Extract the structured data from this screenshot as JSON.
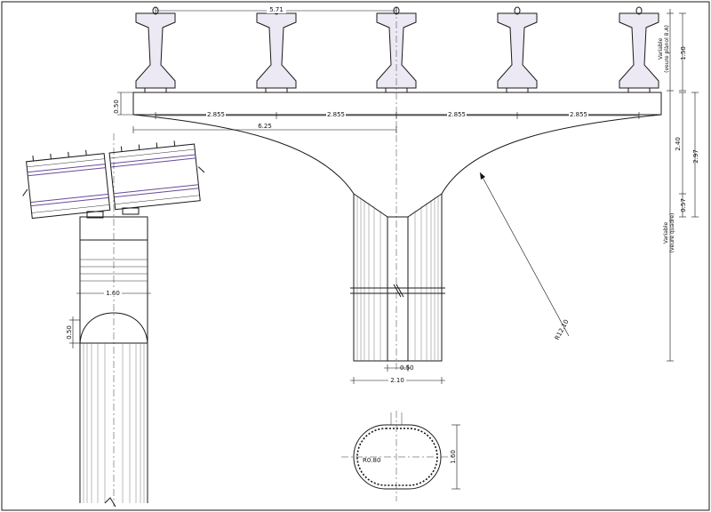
{
  "top_dims": {
    "beam_spacing_total": "5.71",
    "deck_thickness": "0.50",
    "span_1": "2.855",
    "span_2": "2.855",
    "span_3": "2.855",
    "span_4": "2.855",
    "half_width": "6.25",
    "radius": "R12.10"
  },
  "right_dims": {
    "variable_top_line1": "Variable",
    "variable_top_line2": "(veure plànol 8.A)",
    "beam_height": "1.50",
    "dim_240": "2.40",
    "dim_297": "2.97",
    "dim_057": "0.57",
    "variable_bottom_line1": "Variable",
    "variable_bottom_line2": "(veure quadre)"
  },
  "column_dims": {
    "core_width": "0.50",
    "column_width": "2.10"
  },
  "side_dims": {
    "width": "1.60",
    "cap_height": "0.50"
  },
  "section_dims": {
    "radius": "R0.80",
    "height": "1.60"
  }
}
